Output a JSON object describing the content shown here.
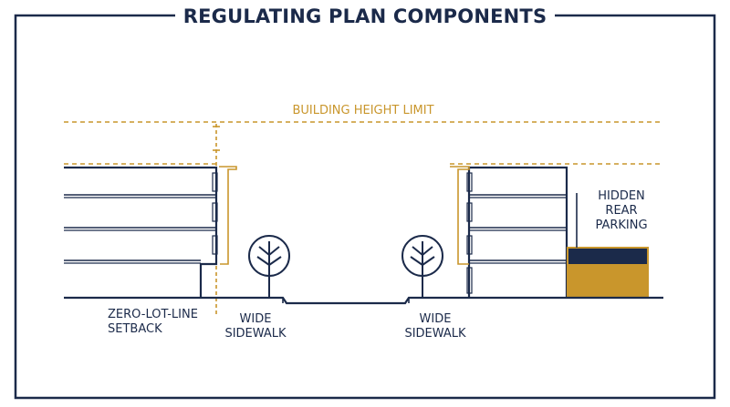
{
  "title": "REGULATING PLAN COMPONENTS",
  "labels": {
    "height_limit": "BUILDING HEIGHT LIMIT",
    "setback_line1": "ZERO-LOT-LINE",
    "setback_line2": "SETBACK",
    "sidewalk_left_line1": "WIDE",
    "sidewalk_left_line2": "SIDEWALK",
    "sidewalk_right_line1": "WIDE",
    "sidewalk_right_line2": "SIDEWALK",
    "parking_line1": "HIDDEN",
    "parking_line2": "REAR",
    "parking_line3": "PARKING"
  },
  "colors": {
    "navy": "#1b2a4a",
    "gold": "#c9962c",
    "background": "#ffffff"
  }
}
